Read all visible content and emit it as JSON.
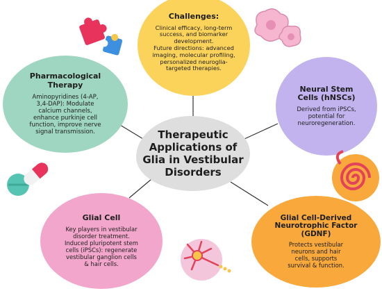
{
  "center": {
    "title_lines": [
      "Therapeutic",
      "Applications of",
      "Glia in Vestibular",
      "Disorders"
    ]
  },
  "nodes": {
    "challenges": {
      "title": "Challenges:",
      "body_lines": [
        "Clinical efficacy, long-term",
        "success, and biomarker",
        "development.",
        "Future directions: advanced",
        "imaging, molecular profiling,",
        "personalized neuroglia-",
        "targeted therapies."
      ],
      "color": "#fbd35a"
    },
    "pharmacological": {
      "title_lines": [
        "Pharmacological",
        "Therapy"
      ],
      "body_lines": [
        "Aminopyridines (4-AP,",
        "3,4-DAP): Modulate",
        "calcium channels,",
        "enhance purkinje cell",
        "function, improve nerve",
        "signal transmission."
      ],
      "color": "#9fd6c2"
    },
    "neural_stem": {
      "title_lines": [
        "Neural Stem",
        "Cells (hNSCs)"
      ],
      "body_lines": [
        "Derived from iPSCs,",
        "potential for",
        "neuroregeneration."
      ],
      "color": "#c2b3ef"
    },
    "glial_cell": {
      "title": "Glial Cell",
      "body_lines": [
        "Key players in vestibular",
        "disorder treatment.",
        "Induced pluripotent stem",
        "cells (iPSCs): regenerate",
        "vestibular ganglion cells",
        "& hair cells."
      ],
      "color": "#f3a6cc"
    },
    "gdnf": {
      "title_lines": [
        "Glial Cell-Derived",
        "Neurotrophic Factor",
        "(GDNF)"
      ],
      "body_lines": [
        "Protects vestibular",
        "neurons and hair",
        "cells, supports",
        "survival & function."
      ],
      "color": "#f9a93b"
    }
  },
  "icons": [
    "puzzle-icon",
    "cells-icon",
    "pills-icon",
    "inner-ear-icon",
    "neuron-icon"
  ],
  "connector_color": "#333333"
}
